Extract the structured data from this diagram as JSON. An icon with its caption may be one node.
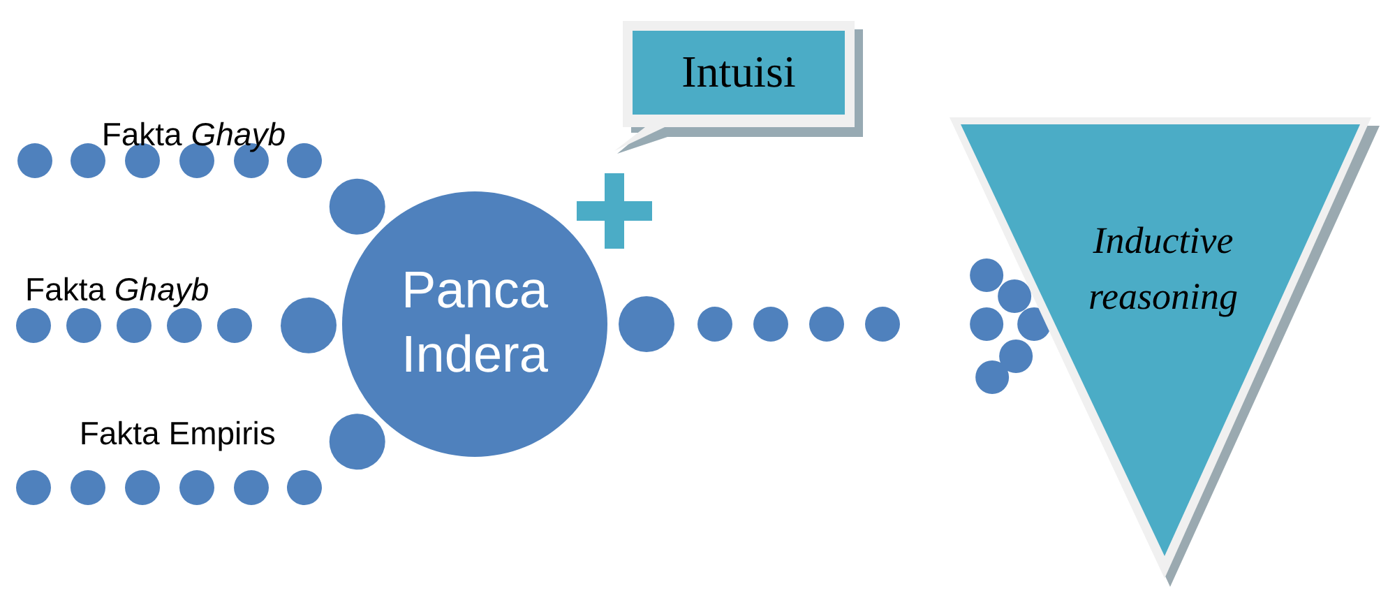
{
  "diagram": {
    "nodes": [
      {
        "text": [
          "Panca Indera"
        ]
      },
      {
        "text": [
          "Intuisi"
        ]
      },
      {
        "text": [
          "Inductive reasoning"
        ]
      }
    ],
    "edges": [
      {
        "from": null,
        "to": 0,
        "arrow": "other",
        "label": "Fakta *Ghayb*"
      },
      {
        "from": null,
        "to": 0,
        "arrow": "other",
        "label": "Fakta *Ghayb*"
      },
      {
        "from": null,
        "to": 0,
        "arrow": "other",
        "label": "Fakta Empiris"
      },
      {
        "from": 0,
        "to": 2,
        "arrow": "to"
      }
    ]
  }
}
